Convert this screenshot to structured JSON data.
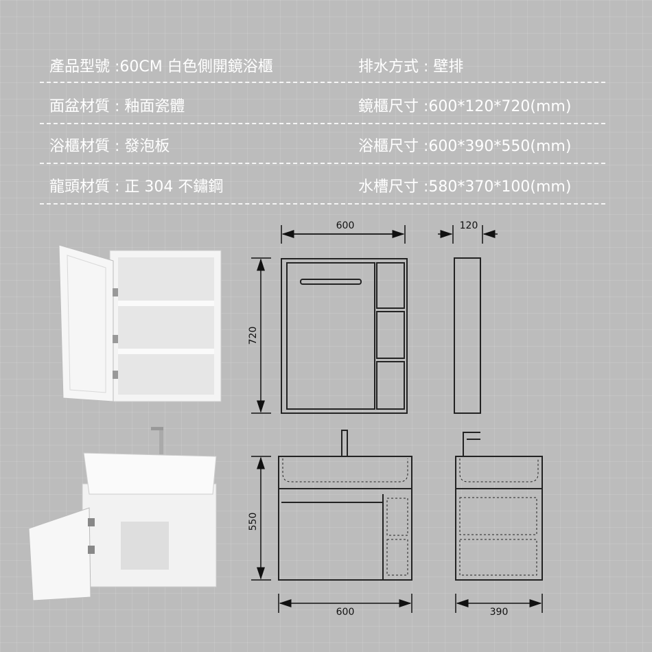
{
  "specs": {
    "left": [
      "產品型號 :60CM 白色側開鏡浴櫃",
      "面盆材質 : 釉面瓷體",
      "浴櫃材質 : 發泡板",
      "龍頭材質 : 正 304 不鏽鋼"
    ],
    "right": [
      "排水方式 : 壁排",
      "鏡櫃尺寸 :600*120*720(mm)",
      "浴櫃尺寸 :600*390*550(mm)",
      "水槽尺寸 :580*370*100(mm)"
    ]
  },
  "dimensions": {
    "mirror_width": "600",
    "mirror_depth": "120",
    "mirror_height": "720",
    "vanity_height": "550",
    "vanity_width": "600",
    "vanity_depth": "390"
  }
}
